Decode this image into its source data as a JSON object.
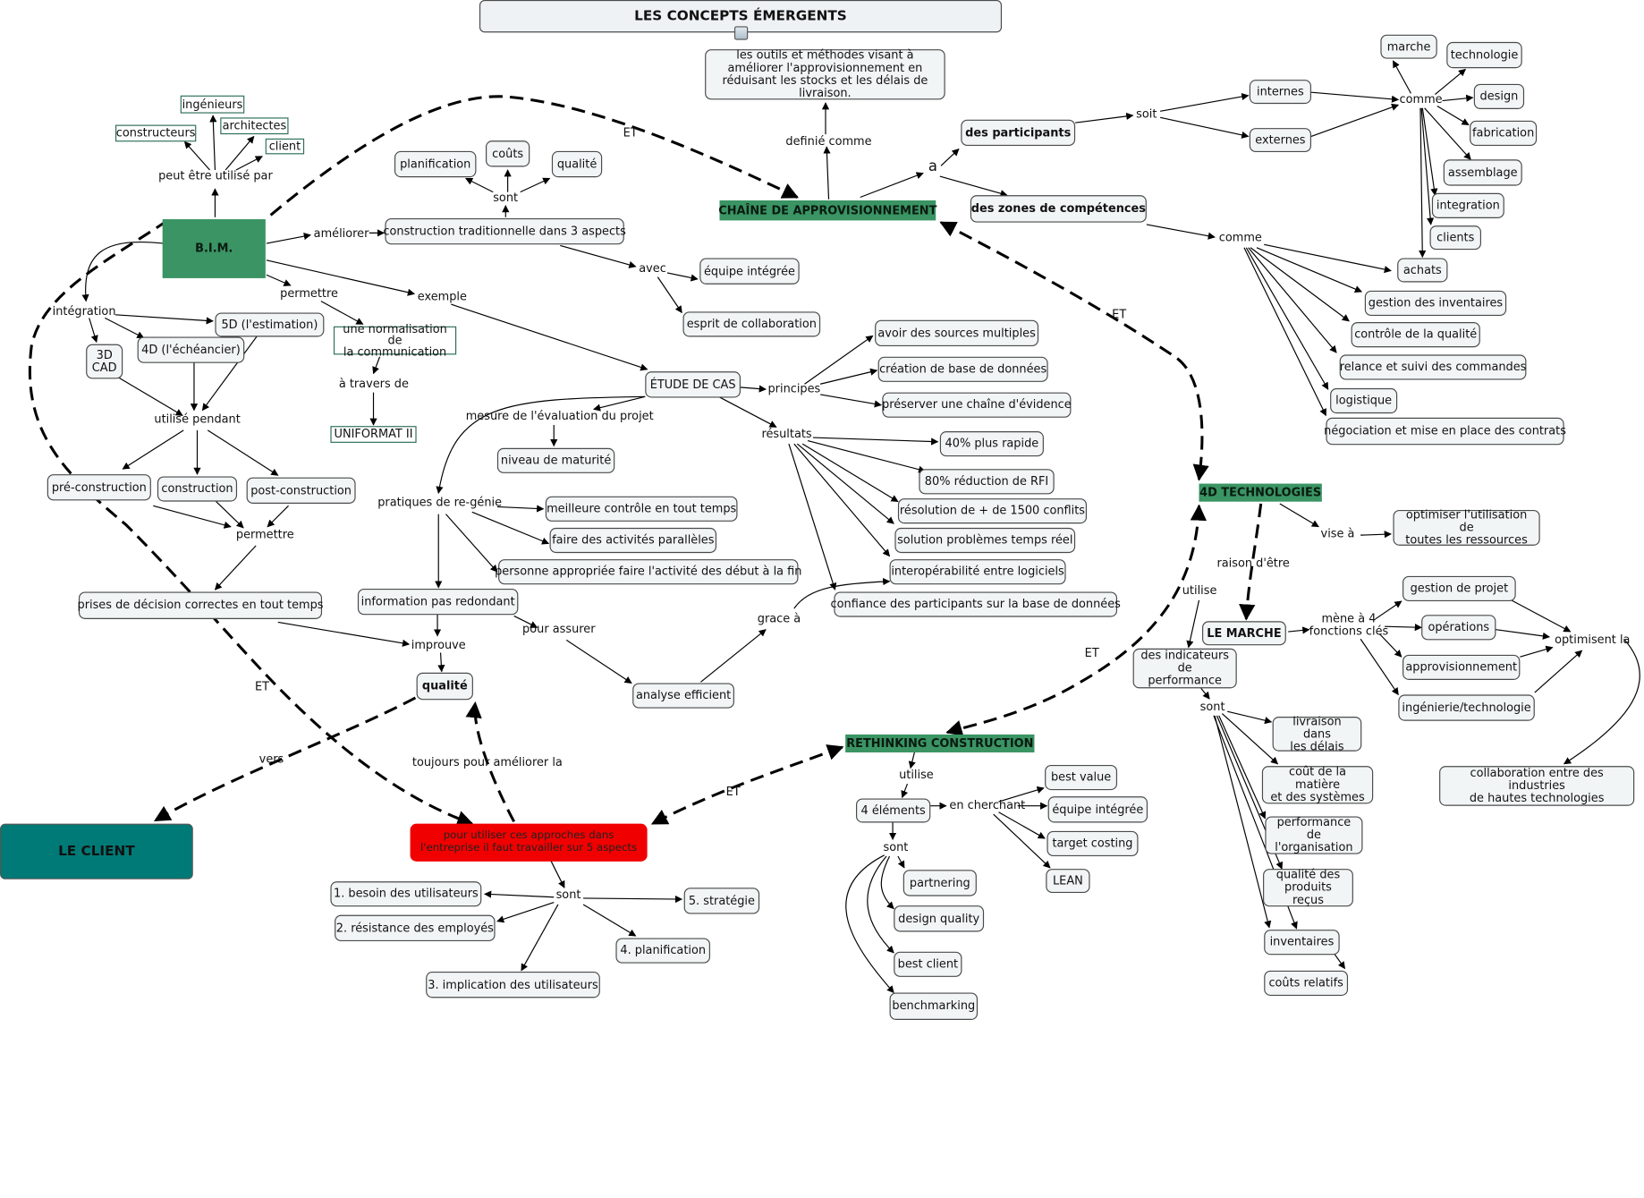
{
  "map": {
    "title": "LES CONCEPTS ÉMERGENTS",
    "nodes": {
      "chaine_definition": "les outils et méthodes visant à améliorer l'approvisionnement en réduisant les stocks et les délais de livraison.",
      "chaine": "CHAÎNE DE APPROVISIONNEMENT",
      "participants": "des participants",
      "zones": "des zones de compétences",
      "internes": "internes",
      "externes": "externes",
      "marche": "marche",
      "technologie": "technologie",
      "design": "design",
      "fabrication": "fabrication",
      "assemblage": "assemblage",
      "integration": "integration",
      "clients": "clients",
      "achats": "achats",
      "gestion_inventaires": "gestion des inventaires",
      "controle_qualite": "contrôle de la qualité",
      "relance": "relance et suivi des commandes",
      "logistique": "logistique",
      "negociation": "négociation et mise en place des contrats",
      "bim": "B.I.M.",
      "ingenieurs": "ingénieurs",
      "architectes": "architectes",
      "constructeurs": "constructeurs",
      "client": "client",
      "construction_trad": "construction traditionnelle dans 3 aspects",
      "planification": "planification",
      "couts": "coûts",
      "qualite_aspect": "qualité",
      "equipe_integree": "équipe intégrée",
      "esprit_collab": "esprit de collaboration",
      "cinq_d": "5D (l'estimation)",
      "quatre_d": "4D (l'échéancier)",
      "trois_d": "3D\nCAD",
      "normalisation": "une normalisation de\nla communication",
      "uniformat": "UNIFORMAT II",
      "pre_construction": "pré-construction",
      "construction": "construction",
      "post_construction": "post-construction",
      "prises_decision": "prises de décision correctes en tout temps",
      "etude_cas": "ÉTUDE DE CAS",
      "sources_multiples": "avoir des sources multiples",
      "base_donnees": "création de base de données",
      "chaine_evidence": "préserver une chaîne d'évidence",
      "niveau_maturite": "niveau de maturité",
      "quarante": "40% plus rapide",
      "quatre_vingt": "80% réduction de RFI",
      "resolution": "résolution de + de 1500 conflits",
      "solution_temps": "solution problèmes temps réel",
      "interop": "interopérabilité entre logiciels",
      "confiance": "confiance des participants sur la base de données",
      "meilleure_controle": "meilleure contrôle en tout temps",
      "activites_paralleles": "faire des activités parallèles",
      "personne_appropriee": "personne appropriée faire l'activité des début à la fin",
      "info_redondant": "information pas redondant",
      "qualite": "qualité",
      "analyse": "analyse efficient",
      "le_client": "LE CLIENT",
      "pour_utiliser": "pour utiliser ces approches dans\nl'entreprise il faut travailler sur 5 aspects",
      "besoin": "1. besoin des utilisateurs",
      "resistance": "2. résistance des employés",
      "implication": "3. implication des utilisateurs",
      "planif4": "4. planification",
      "strategie": "5. stratégie",
      "rethinking": "RETHINKING CONSTRUCTION",
      "quatre_elements": "4 éléments",
      "best_value": "best value",
      "equipe_integree2": "équipe intégrée",
      "target_costing": "target costing",
      "lean": "LEAN",
      "partnering": "partnering",
      "design_quality": "design quality",
      "best_client": "best client",
      "benchmarking": "benchmarking",
      "tech4d": "4D TECHNOLOGIES",
      "optimiser": "optimiser l'utilisation de\ntoutes les ressources",
      "le_marche": "LE MARCHE",
      "indicateurs": "des indicateurs\nde performance",
      "gestion_projet": "gestion de projet",
      "operations": "opérations",
      "approvisionnement": "approvisionnement",
      "ingenierie": "ingénierie/technologie",
      "collaboration_ind": "collaboration entre des industries\nde hautes technologies",
      "livraison": "livraison dans\nles délais",
      "cout_matiere": "coût de la matière\net des systèmes",
      "performance_org": "performance de\nl'organisation",
      "qualite_produits": "qualité des\nproduits reçus",
      "inventaires": "inventaires",
      "couts_relatifs": "coûts relatifs"
    },
    "labels": {
      "peut_etre": "peut être utilisé par",
      "ameliorer": "améliorer",
      "sont_aspects": "sont",
      "avec": "avec",
      "permettre1": "permettre",
      "exemple": "exemple",
      "integration_lbl": "intégration",
      "utilise_pendant": "utilisé pendant",
      "a_travers": "à travers de",
      "permettre2": "permettre",
      "definie": "definié comme",
      "a_lbl": "a",
      "soit": "soit",
      "comme1": "comme",
      "comme2": "comme",
      "et_top": "ET",
      "et_right": "ET",
      "et_left": "ET",
      "et_mid": "ET",
      "et_bottom": "ET",
      "principes": "principes",
      "mesure": "mesure de l'évaluation du projet",
      "resultats": "résultats",
      "pratiques": "pratiques de re-génie",
      "improuve": "improuve",
      "pour_assurer": "pour assurer",
      "grace": "grace à",
      "vers": "vers",
      "toujours": "toujours pour améliorer la",
      "sont5": "sont",
      "utilise_rc": "utilise",
      "en_cherchant": "en cherchant",
      "sont_el": "sont",
      "vise": "vise à",
      "raison": "raison d'être",
      "utilise_4d": "utilise",
      "mene": "mène à 4\nfonctions clés",
      "optimisent": "optimisent la",
      "sont_ind": "sont"
    }
  }
}
